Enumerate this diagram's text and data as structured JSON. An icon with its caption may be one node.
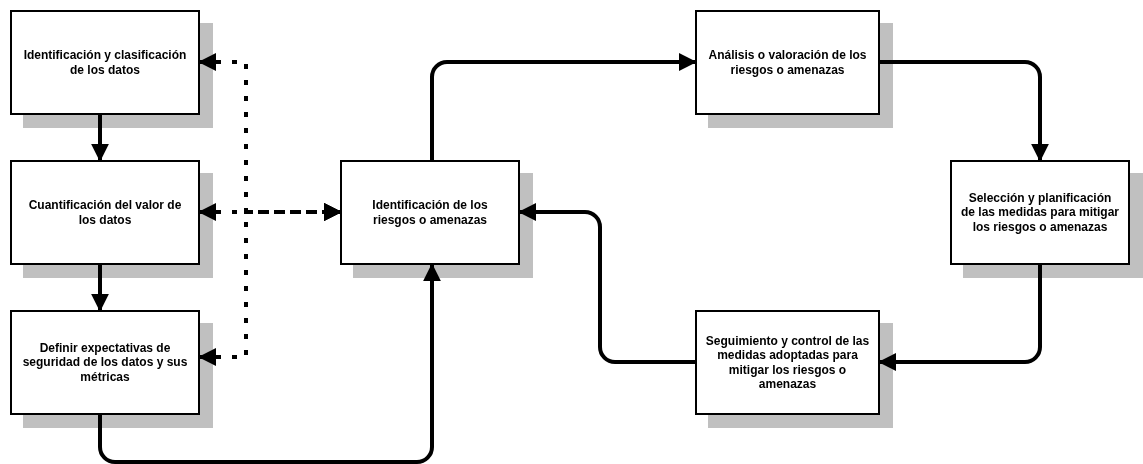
{
  "diagram": {
    "nodes": [
      {
        "text": [
          "Identificación y clasificación de los datos"
        ]
      },
      {
        "text": [
          "Cuantificación del valor de los datos"
        ]
      },
      {
        "text": [
          "Definir expectativas de seguridad de los datos y sus métricas"
        ]
      },
      {
        "text": [
          "Identificación de los riesgos o amenazas"
        ]
      },
      {
        "text": [
          "Análisis o valoración de los riesgos o amenazas"
        ]
      },
      {
        "text": [
          "Selección y planificación de las medidas para mitigar los riesgos o amenazas"
        ]
      },
      {
        "text": [
          "Seguimiento y control de las medidas adoptadas para mitigar los riesgos o amenazas"
        ]
      }
    ],
    "edges": [
      {
        "from": 0,
        "to": 1,
        "arrow": "to"
      },
      {
        "from": 1,
        "to": 2,
        "arrow": "to"
      },
      {
        "from": 2,
        "to": 3,
        "arrow": "to"
      },
      {
        "from": 3,
        "to": 4,
        "arrow": "to"
      },
      {
        "from": 4,
        "to": 5,
        "arrow": "to"
      },
      {
        "from": 5,
        "to": 6,
        "arrow": "to"
      },
      {
        "from": 6,
        "to": 3,
        "arrow": "to"
      },
      {
        "from": 0,
        "to": 3,
        "arrow": "both",
        "style": "dashed"
      },
      {
        "from": 1,
        "to": 3,
        "arrow": "both",
        "style": "dashed"
      },
      {
        "from": 2,
        "to": 3,
        "arrow": "both",
        "style": "dashed"
      }
    ]
  }
}
